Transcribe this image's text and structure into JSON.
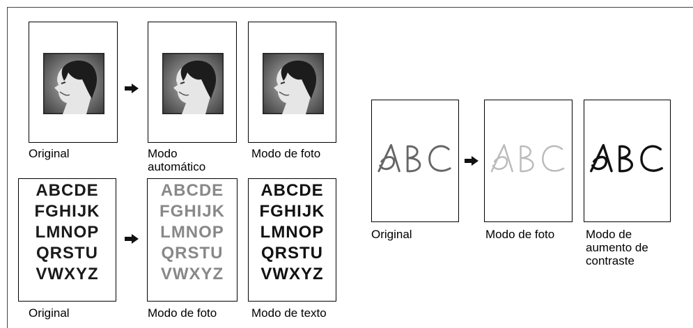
{
  "captions": {
    "photo_original": "Original",
    "photo_auto": "Modo\nautomático",
    "photo_photo": "Modo de foto",
    "text_original": "Original",
    "text_photo": "Modo de foto",
    "text_text": "Modo de texto",
    "hand_original": "Original",
    "hand_photo": "Modo de foto",
    "hand_contrast": "Modo de\naumento de\ncontraste"
  },
  "letters_block": "ABCDE\nFGHIJK\nLMNOP\nQRSTU\nVWXYZ",
  "handwritten_text": "ABC",
  "colors": {
    "dark": "#1a1a1a",
    "faded": "#888888",
    "hand_original": "#666666",
    "hand_faded": "#bbbbbb",
    "hand_contrast": "#111111"
  },
  "icons": [
    "arrow-right-icon"
  ]
}
